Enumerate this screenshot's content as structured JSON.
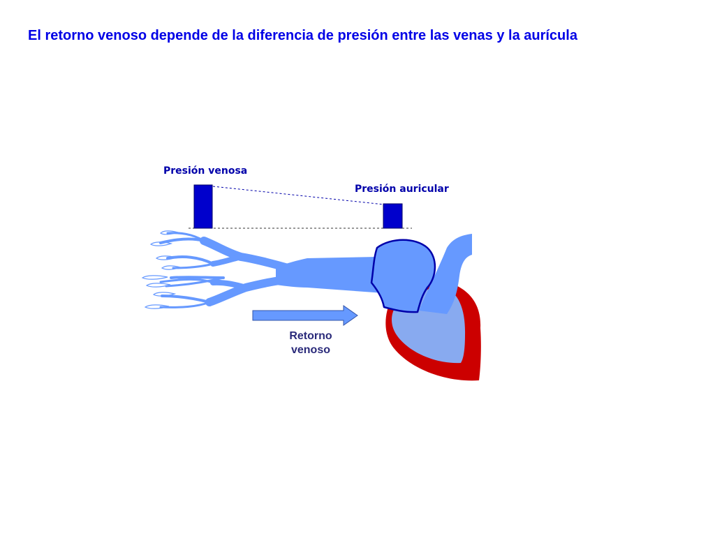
{
  "title": "El retorno venoso depende de la diferencia de presión entre las venas y la aurícula",
  "labels": {
    "venous_pressure": "Presión venosa",
    "atrial_pressure": "Presión auricular",
    "venous_return_line1": "Retorno",
    "venous_return_line2": "venoso"
  },
  "colors": {
    "title": "#0000e6",
    "bar": "#0000cc",
    "vein": "#6699ff",
    "heart_wall": "#cc0000",
    "atrium_outline": "#0000aa"
  }
}
